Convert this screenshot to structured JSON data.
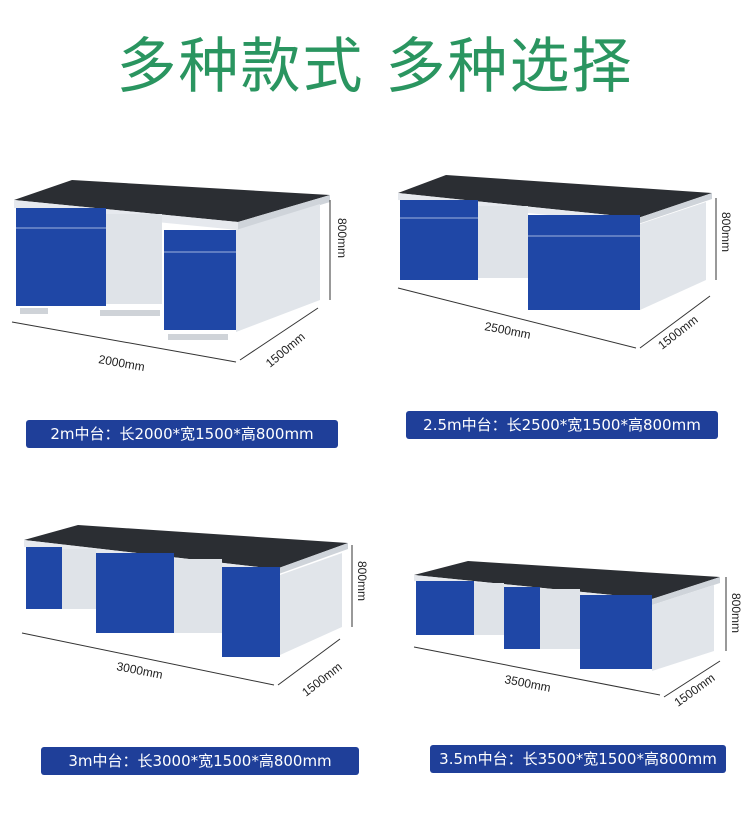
{
  "title": "多种款式 多种选择",
  "items": [
    {
      "label": "2m中台：长2000*宽1500*高800mm",
      "length": "2000mm",
      "width": "1500mm",
      "height": "800mm"
    },
    {
      "label": "2.5m中台：长2500*宽1500*高800mm",
      "length": "2500mm",
      "width": "1500mm",
      "height": "800mm"
    },
    {
      "label": "3m中台：长3000*宽1500*高800mm",
      "length": "3000mm",
      "width": "1500mm",
      "height": "800mm"
    },
    {
      "label": "3.5m中台：长3500*宽1500*高800mm",
      "length": "3500mm",
      "width": "1500mm",
      "height": "800mm"
    }
  ],
  "colors": {
    "title": "#2a9560",
    "cabinet": "#1f47a6",
    "frame": "#dfe3e8",
    "top": "#2b2e33",
    "label_bg": "#1f3f99"
  }
}
